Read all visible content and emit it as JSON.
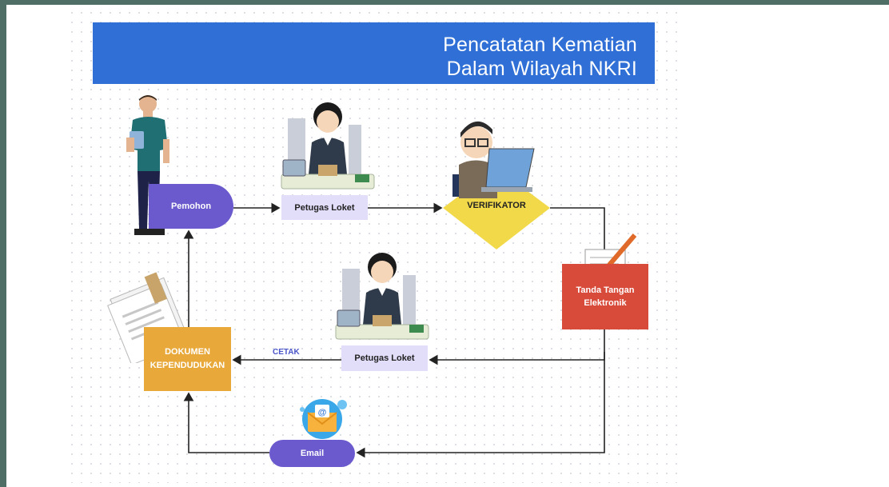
{
  "title": {
    "line1": "Pencatatan Kematian",
    "line2": "Dalam Wilayah NKRI"
  },
  "nodes": {
    "pemohon": "Pemohon",
    "petugas_loket_top": "Petugas Loket",
    "verifikator": "VERIFIKATOR",
    "tanda_tangan_line1": "Tanda Tangan",
    "tanda_tangan_line2": "Elektronik",
    "petugas_loket_bottom": "Petugas Loket",
    "dokumen_line1": "DOKUMEN",
    "dokumen_line2": "KEPENDUDUKAN",
    "email": "Email"
  },
  "edge_labels": {
    "cetak": "CETAK"
  },
  "icons": [
    "person-applicant-icon",
    "clerk-desk-icon",
    "verifier-laptop-icon",
    "signature-pen-icon",
    "documents-stack-icon",
    "email-envelope-icon"
  ],
  "colors": {
    "banner": "#2f6fd6",
    "purple": "#6a5acd",
    "lavender": "#e2defa",
    "yellow": "#f2d94a",
    "red": "#d84a3a",
    "orange": "#e8a93a",
    "frame": "#4f6f66"
  }
}
